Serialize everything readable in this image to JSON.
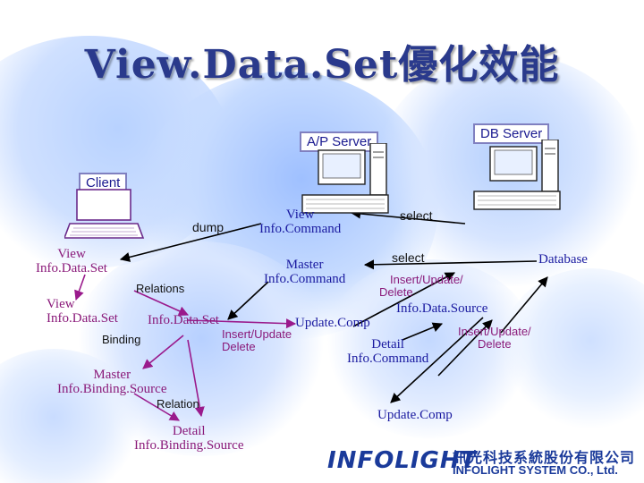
{
  "title": "View.Data.Set優化效能",
  "servers": {
    "ap": "A/P Server",
    "db": "DB Server",
    "client": "Client"
  },
  "labels": {
    "dump": "dump",
    "view_info_command": [
      "View",
      "Info.Command"
    ],
    "select_top": "select",
    "select_mid": "select",
    "database": "Database",
    "view_info_data_set_1": [
      "View",
      "Info.Data.Set"
    ],
    "master_info_command": [
      "Master",
      "Info.Command"
    ],
    "insert_update_delete_1": [
      "Insert/Update/",
      "Delete"
    ],
    "relations": "Relations",
    "info_data_source": "Info.Data.Source",
    "view_info_data_set_2": [
      "View",
      "Info.Data.Set"
    ],
    "info_data_set": "Info.Data.Set",
    "update_comp_1": "Update.Comp",
    "insert_update_delete_2": [
      "Insert/Update/",
      "Delete"
    ],
    "binding": "Binding",
    "insert_update_delete_3": [
      "Insert/Update",
      "Delete"
    ],
    "detail_info_command": [
      "Detail",
      "Info.Command"
    ],
    "master_info_binding_source": [
      "Master",
      "Info.Binding.Source"
    ],
    "relation": "Relation",
    "update_comp_2": "Update.Comp",
    "detail_info_binding_source": [
      "Detail",
      "Info.Binding.Source"
    ]
  },
  "logo": {
    "brand": "INFOLIGHT",
    "chinese": "訊光科技系統股份有限公司",
    "english": "INFOLIGHT SYSTEM CO., Ltd."
  }
}
